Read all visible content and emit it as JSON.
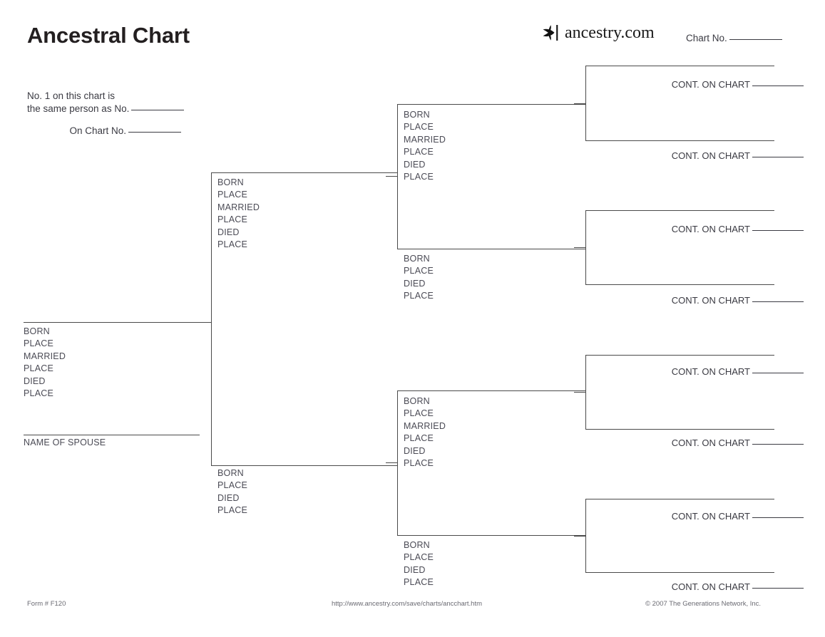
{
  "header": {
    "title": "Ancestral Chart",
    "brand_name": "ancestry.com",
    "brand_mark": "ancestry-leaf-icon",
    "chart_no_label": "Chart No."
  },
  "note": {
    "line1": "No. 1 on this chart is",
    "line2": "the same person as No.",
    "on_chart_label": "On Chart No."
  },
  "fields": {
    "born": "BORN",
    "place": "PLACE",
    "married": "MARRIED",
    "died": "DIED",
    "spouse": "NAME OF SPOUSE"
  },
  "labels": {
    "cont_on_chart": "CONT. ON CHART"
  },
  "persons": [
    {
      "id": 1,
      "generation": 1,
      "role": "self",
      "rows": [
        "BORN",
        "PLACE",
        "MARRIED",
        "PLACE",
        "DIED",
        "PLACE"
      ],
      "has_spouse_line": true,
      "spouse_label": "NAME OF SPOUSE"
    },
    {
      "id": 2,
      "generation": 2,
      "role": "father",
      "rows": [
        "BORN",
        "PLACE",
        "MARRIED",
        "PLACE",
        "DIED",
        "PLACE"
      ],
      "has_spouse_line": false
    },
    {
      "id": 3,
      "generation": 2,
      "role": "mother",
      "rows": [
        "BORN",
        "PLACE",
        "DIED",
        "PLACE"
      ],
      "has_spouse_line": false
    },
    {
      "id": 4,
      "generation": 3,
      "role": "father",
      "rows": [
        "BORN",
        "PLACE",
        "MARRIED",
        "PLACE",
        "DIED",
        "PLACE"
      ],
      "has_spouse_line": false
    },
    {
      "id": 5,
      "generation": 3,
      "role": "mother",
      "rows": [
        "BORN",
        "PLACE",
        "DIED",
        "PLACE"
      ],
      "has_spouse_line": false
    },
    {
      "id": 6,
      "generation": 3,
      "role": "father",
      "rows": [
        "BORN",
        "PLACE",
        "MARRIED",
        "PLACE",
        "DIED",
        "PLACE"
      ],
      "has_spouse_line": false
    },
    {
      "id": 7,
      "generation": 3,
      "role": "mother",
      "rows": [
        "BORN",
        "PLACE",
        "DIED",
        "PLACE"
      ],
      "has_spouse_line": false
    }
  ],
  "continuations": [
    {
      "index": 1,
      "label": "CONT. ON CHART"
    },
    {
      "index": 2,
      "label": "CONT. ON CHART"
    },
    {
      "index": 3,
      "label": "CONT. ON CHART"
    },
    {
      "index": 4,
      "label": "CONT. ON CHART"
    },
    {
      "index": 5,
      "label": "CONT. ON CHART"
    },
    {
      "index": 6,
      "label": "CONT. ON CHART"
    },
    {
      "index": 7,
      "label": "CONT. ON CHART"
    },
    {
      "index": 8,
      "label": "CONT. ON CHART"
    }
  ],
  "footer": {
    "form_number": "Form # F120",
    "url": "http://www.ancestry.com/save/charts/ancchart.htm",
    "copyright": "© 2007 The Generations Network, Inc."
  },
  "colors": {
    "ink": "#231f20",
    "text": "#3a3a42",
    "field_text": "#4b4b55",
    "rule": "#4a4a4a",
    "page": "#ffffff"
  }
}
